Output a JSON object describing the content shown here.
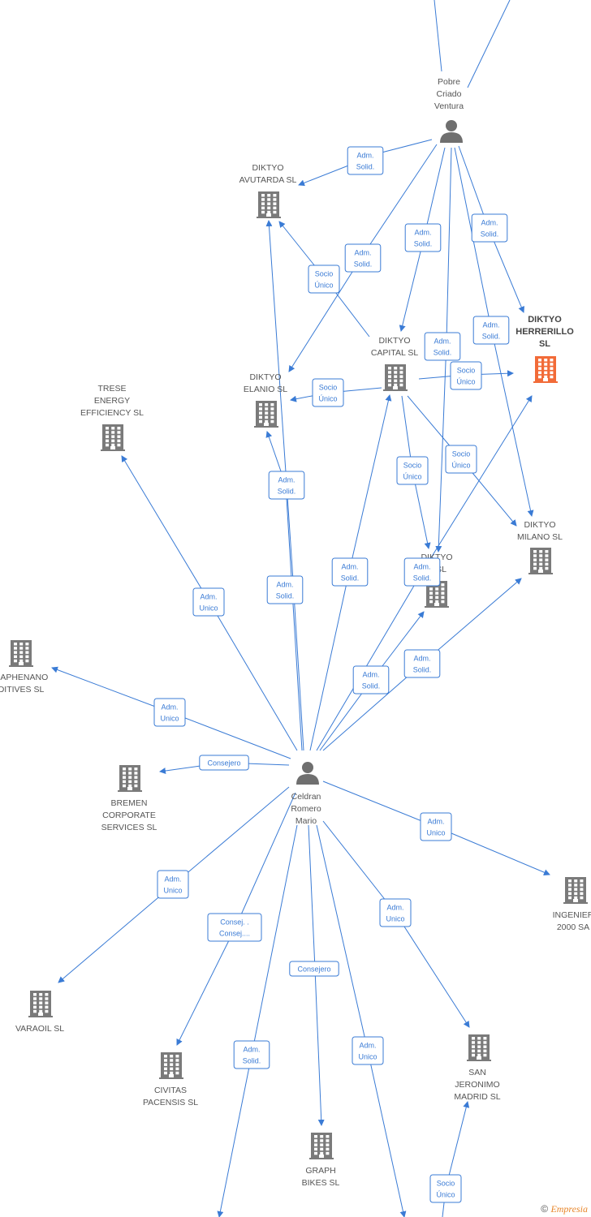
{
  "colors": {
    "edge": "#3a7bd5",
    "company": "#7a7a7a",
    "focus_company": "#f26b38",
    "person": "#6f6f6f"
  },
  "nodes": [
    {
      "id": "pobre",
      "type": "person",
      "lines": [
        "Pobre",
        "Criado",
        "Ventura"
      ]
    },
    {
      "id": "celdran",
      "type": "person",
      "lines": [
        "Celdran",
        "Romero",
        "Mario"
      ]
    },
    {
      "id": "avutarda",
      "type": "company",
      "lines": [
        "DIKTYO",
        "AVUTARDA SL"
      ]
    },
    {
      "id": "herrerillo",
      "type": "company",
      "focus": true,
      "lines": [
        "DIKTYO",
        "HERRERILLO",
        "SL"
      ]
    },
    {
      "id": "capital",
      "type": "company",
      "lines": [
        "DIKTYO",
        "CAPITAL SL"
      ]
    },
    {
      "id": "elanio",
      "type": "company",
      "lines": [
        "DIKTYO",
        "ELANIO SL"
      ]
    },
    {
      "id": "trese",
      "type": "company",
      "lines": [
        "TRESE",
        "ENERGY",
        "EFFICIENCY SL"
      ]
    },
    {
      "id": "milano",
      "type": "company",
      "lines": [
        "DIKTYO",
        "MILANO SL"
      ]
    },
    {
      "id": "diktyo_hidden",
      "type": "company",
      "lines": [
        "DIKTYO",
        "O SL"
      ]
    },
    {
      "id": "graphenano",
      "type": "company",
      "lines": [
        "RAPHENANO",
        "DITIVES SL"
      ]
    },
    {
      "id": "bremen",
      "type": "company",
      "lines": [
        "BREMEN",
        "CORPORATE",
        "SERVICES SL"
      ]
    },
    {
      "id": "ingenier",
      "type": "company",
      "lines": [
        "INGENIER",
        "2000 SA"
      ]
    },
    {
      "id": "varaoil",
      "type": "company",
      "lines": [
        "VARAOIL SL"
      ]
    },
    {
      "id": "civitas",
      "type": "company",
      "lines": [
        "CIVITAS",
        "PACENSIS SL"
      ]
    },
    {
      "id": "graph",
      "type": "company",
      "lines": [
        "GRAPH",
        "BIKES SL"
      ]
    },
    {
      "id": "sanjeronimo",
      "type": "company",
      "lines": [
        "SAN",
        "JERONIMO",
        "MADRID SL"
      ]
    }
  ],
  "edges": [
    {
      "lines": [
        "Adm.",
        "Solid."
      ]
    },
    {
      "lines": [
        "Adm.",
        "Solid."
      ]
    },
    {
      "lines": [
        "Adm.",
        "Solid."
      ]
    },
    {
      "lines": [
        "Adm.",
        "Solid."
      ]
    },
    {
      "lines": [
        "Adm.",
        "Solid."
      ]
    },
    {
      "lines": [
        "Adm.",
        "Solid."
      ]
    },
    {
      "lines": [
        "Socio",
        "Único"
      ]
    },
    {
      "lines": [
        "Socio",
        "Único"
      ]
    },
    {
      "lines": [
        "Socio",
        "Único"
      ]
    },
    {
      "lines": [
        "Socio",
        "Único"
      ]
    },
    {
      "lines": [
        "Socio",
        "Único"
      ]
    },
    {
      "lines": [
        "Adm.",
        "Solid."
      ]
    },
    {
      "lines": [
        "Adm.",
        "Solid."
      ]
    },
    {
      "lines": [
        "Adm.",
        "Solid."
      ]
    },
    {
      "lines": [
        "Adm.",
        "Solid."
      ]
    },
    {
      "lines": [
        "Adm.",
        "Solid."
      ]
    },
    {
      "lines": [
        "Adm.",
        "Solid."
      ]
    },
    {
      "lines": [
        "Adm.",
        "Unico"
      ]
    },
    {
      "lines": [
        "Adm.",
        "Unico"
      ]
    },
    {
      "lines": [
        "Consejero"
      ]
    },
    {
      "lines": [
        "Adm.",
        "Unico"
      ]
    },
    {
      "lines": [
        "Adm.",
        "Unico"
      ]
    },
    {
      "lines": [
        "Consej. .",
        "Consej...."
      ]
    },
    {
      "lines": [
        "Adm.",
        "Solid."
      ]
    },
    {
      "lines": [
        "Consejero"
      ]
    },
    {
      "lines": [
        "Adm.",
        "Unico"
      ]
    },
    {
      "lines": [
        "Adm.",
        "Unico"
      ]
    },
    {
      "lines": [
        "Socio",
        "Único"
      ]
    }
  ],
  "watermark": {
    "symbol": "©",
    "brand": "Empresia"
  }
}
